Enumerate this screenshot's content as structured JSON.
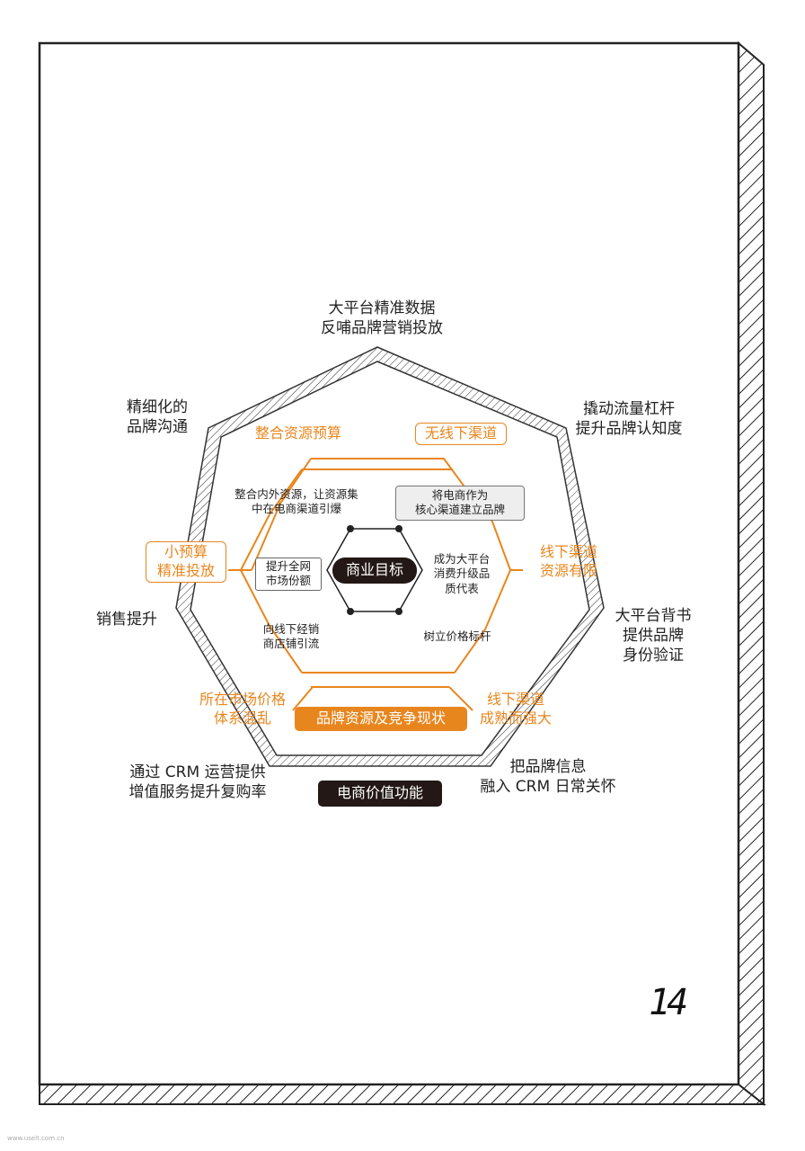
{
  "page_number": "14",
  "watermark": "www.uselt.com.cn",
  "center_label": "商业目标",
  "bottom_label": "电商价值功能",
  "outer_labels": {
    "top": "大平台精准数据\n反哺品牌营销投放",
    "top_left": "精细化的\n品牌沟通",
    "top_right": "撬动流量杠杆\n提升品牌认知度",
    "left": "销售提升",
    "right": "大平台背书\n提供品牌\n身份验证",
    "bottom_left": "通过 CRM 运营提供\n增值服务提升复购率",
    "bottom_right": "把品牌信息\n融入 CRM 日常关怀"
  },
  "orange_labels": {
    "top_left": "整合资源预算",
    "top_right": "无线下渠道",
    "left": "小预算\n精准投放",
    "right_upper": "线下渠道\n资源有限",
    "bottom_left": "所在市场价格\n体系混乱",
    "right_lower": "线下渠道\n成熟而强大",
    "bottom": "品牌资源及竞争现状"
  },
  "inner_labels": {
    "top_left": "整合内外资源，让资源集\n中在电商渠道引爆",
    "top_right": "将电商作为\n核心渠道建立品牌",
    "left": "提升全网\n市场份额",
    "right": "成为大平台\n消费升级品\n质代表",
    "bottom_left": "向线下经销\n商店铺引流",
    "bottom_right": "树立价格标杆"
  },
  "colors": {
    "accent_orange": "#e8861e",
    "dark": "#231815",
    "grey_box": "#eeeeee"
  }
}
